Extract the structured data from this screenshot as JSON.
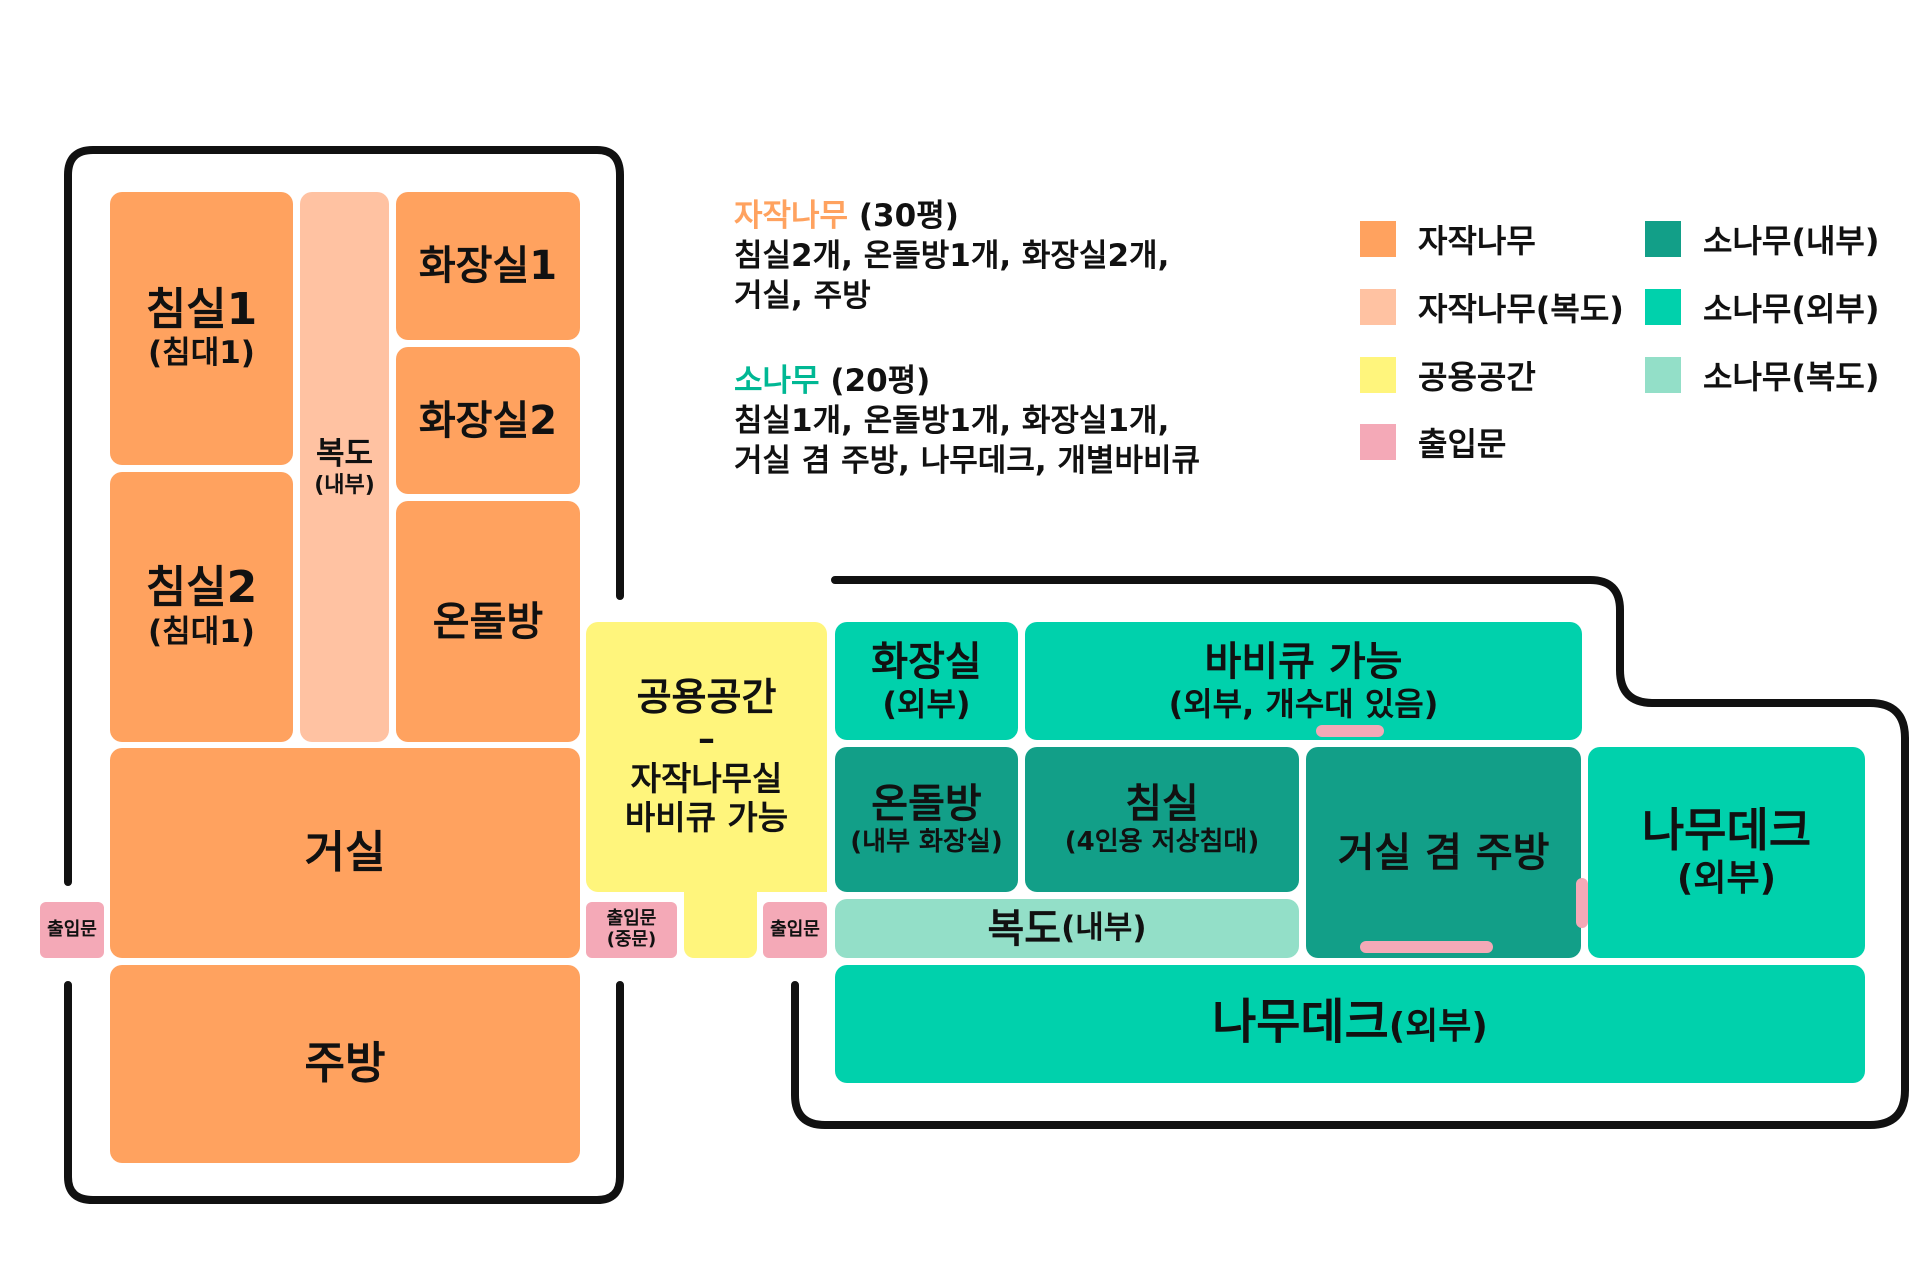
{
  "colors": {
    "jajak": "#ffa25f",
    "jajak_corridor": "#ffc2a2",
    "common": "#fff57c",
    "entrance": "#f4a9b7",
    "sonamu_inner": "#129f88",
    "sonamu_outer": "#00d1ac",
    "sonamu_corridor": "#93dfc8"
  },
  "info": {
    "jajak": {
      "name": "자작나무",
      "size": " (30평)",
      "line1": "침실2개, 온돌방1개, 화장실2개,",
      "line2": "거실, 주방"
    },
    "sonamu": {
      "name": "소나무",
      "size": " (20평)",
      "line1": "침실1개, 온돌방1개, 화장실1개,",
      "line2": "거실 겸 주방, 나무데크, 개별바비큐"
    }
  },
  "legend": {
    "jajak": "자작나무",
    "jajak_corridor": "자작나무(복도)",
    "common": "공용공간",
    "entrance": "출입문",
    "sonamu_inner": "소나무(내부)",
    "sonamu_outer": "소나무(외부)",
    "sonamu_corridor": "소나무(복도)"
  },
  "rooms": {
    "bedroom1": {
      "title": "침실1",
      "sub": "(침대1)"
    },
    "bedroom2": {
      "title": "침실2",
      "sub": "(침대1)"
    },
    "corridor_inner": {
      "title": "복도",
      "sub": "(내부)"
    },
    "bathroom1": {
      "title": "화장실1"
    },
    "bathroom2": {
      "title": "화장실2"
    },
    "ondol": {
      "title": "온돌방"
    },
    "living": {
      "title": "거실"
    },
    "kitchen": {
      "title": "주방"
    },
    "common": {
      "title": "공용공간",
      "dash": "–",
      "line1": "자작나무실",
      "line2": "바비큐 가능"
    },
    "s_bathroom": {
      "title": "화장실",
      "sub": "(외부)"
    },
    "s_bbq": {
      "title": "바비큐 가능",
      "sub": "(외부, 개수대 있음)"
    },
    "s_ondol": {
      "title": "온돌방",
      "sub": "(내부 화장실)"
    },
    "s_bedroom": {
      "title": "침실",
      "sub": "(4인용 저상침대)"
    },
    "s_living": {
      "title": "거실 겸 주방"
    },
    "s_deck_right": {
      "title": "나무데크",
      "sub": "(외부)"
    },
    "s_corridor": {
      "title": "복도",
      "sub": " (내부)"
    },
    "s_deck_bottom": {
      "title": "나무데크",
      "sub": " (외부)"
    }
  },
  "doors": {
    "left": "출입문",
    "middle_1": "출입문",
    "middle_2": "(중문)",
    "right": "출입문"
  }
}
